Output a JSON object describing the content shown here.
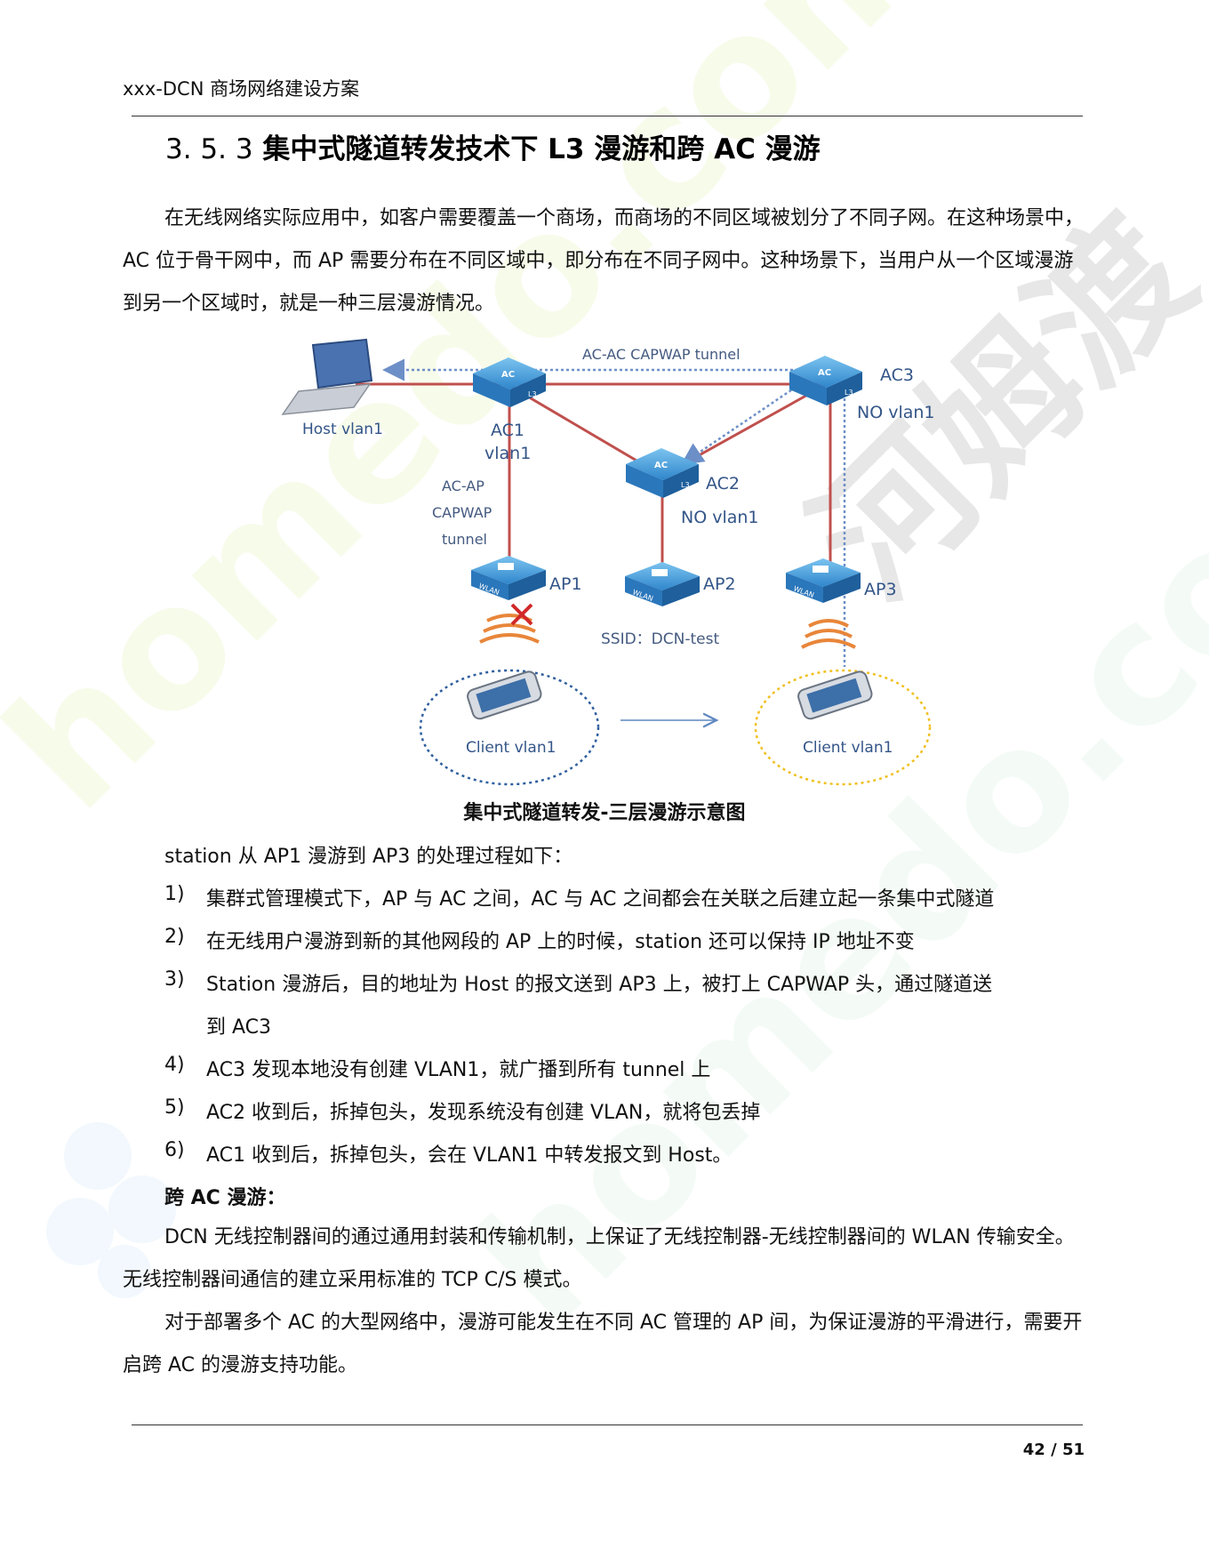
{
  "header": "xxx-DCN 商场网络建设方案",
  "section": {
    "number": "3. 5. 3",
    "title": "集中式隧道转发技术下 L3 漫游和跨 AC 漫游"
  },
  "intro": "在无线网络实际应用中，如客户需要覆盖一个商场，而商场的不同区域被划分了不同子网。在这种场景中，AC 位于骨干网中，而 AP 需要分布在不同区域中，即分布在不同子网中。这种场景下，当用户从一个区域漫游到另一个区域时，就是一种三层漫游情况。",
  "diagram": {
    "host_label": "Host vlan1",
    "tunnel_label": "AC-AC CAPWAP  tunnel",
    "ac1_label_1": "AC1",
    "ac1_label_2": "vlan1",
    "ac2_label": "AC2",
    "ac2_vlan": "NO vlan1",
    "ac3_label": "AC3",
    "ac3_vlan": "NO vlan1",
    "acap_1": "AC-AP",
    "acap_2": "CAPWAP",
    "acap_3": "tunnel",
    "ap1_label": "AP1",
    "ap2_label": "AP2",
    "ap3_label": "AP3",
    "ssid_label": "SSID：DCN-test",
    "client1_label": "Client vlan1",
    "client2_label": "Client vlan1",
    "ac_icon_text": "AC",
    "l3_icon_text": "L3",
    "wlan_icon_text": "WLAN"
  },
  "caption": "集中式隧道转发-三层漫游示意图",
  "steps_intro": "station 从 AP1 漫游到 AP3 的处理过程如下：",
  "steps": [
    {
      "num": "1)",
      "text": "集群式管理模式下，AP 与 AC 之间，AC 与 AC 之间都会在关联之后建立起一条集中式隧道"
    },
    {
      "num": "2)",
      "text": "在无线用户漫游到新的其他网段的  AP 上的时候，station 还可以保持 IP 地址不变"
    },
    {
      "num": "3)",
      "text": "Station 漫游后，目的地址为 Host 的报文送到 AP3 上，被打上 CAPWAP 头，通过隧道送",
      "text2": "到 AC3"
    },
    {
      "num": "4)",
      "text": "AC3 发现本地没有创建 VLAN1，就广播到所有 tunnel 上"
    },
    {
      "num": "5)",
      "text": "AC2 收到后，拆掉包头，发现系统没有创建  VLAN，就将包丢掉"
    },
    {
      "num": "6)",
      "text": "AC1 收到后，拆掉包头，会在 VLAN1 中转发报文到 Host。"
    }
  ],
  "cross_title": "跨 AC 漫游：",
  "cross_p1": "DCN 无线控制器间的通过通用封装和传输机制，上保证了无线控制器-无线控制器间的 WLAN 传输安全。无线控制器间通信的建立采用标准的  TCP C/S 模式。",
  "cross_p2": "对于部署多个 AC 的大型网络中，漫游可能发生在不同 AC 管理的 AP 间，为保证漫游的平滑进行，需要开启跨 AC 的漫游支持功能。",
  "page_number": "42 / 51",
  "watermark": {
    "text": "homedo.com",
    "brand": "河姆渡"
  },
  "colors": {
    "link_red": "#c0504d",
    "tunnel_blue": "#6d8fc8",
    "device_blue": "#3d8fd1",
    "client_circle_blue": "#2f5f9e",
    "client_circle_yellow": "#f0c020",
    "watermark_green": "#f2f7dc"
  }
}
